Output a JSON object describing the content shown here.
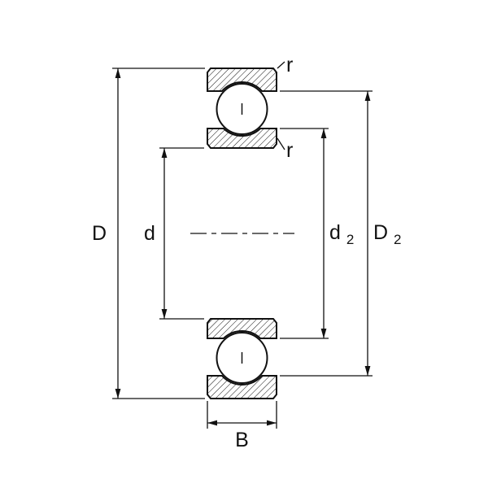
{
  "diagram": {
    "labels": {
      "D": "D",
      "d": "d",
      "d2_base": "d",
      "d2_sub": "2",
      "D2_base": "D",
      "D2_sub": "2",
      "B": "B",
      "r_outer": "r",
      "r_inner": "r"
    },
    "colors": {
      "line": "#111111",
      "background": "#ffffff"
    }
  }
}
